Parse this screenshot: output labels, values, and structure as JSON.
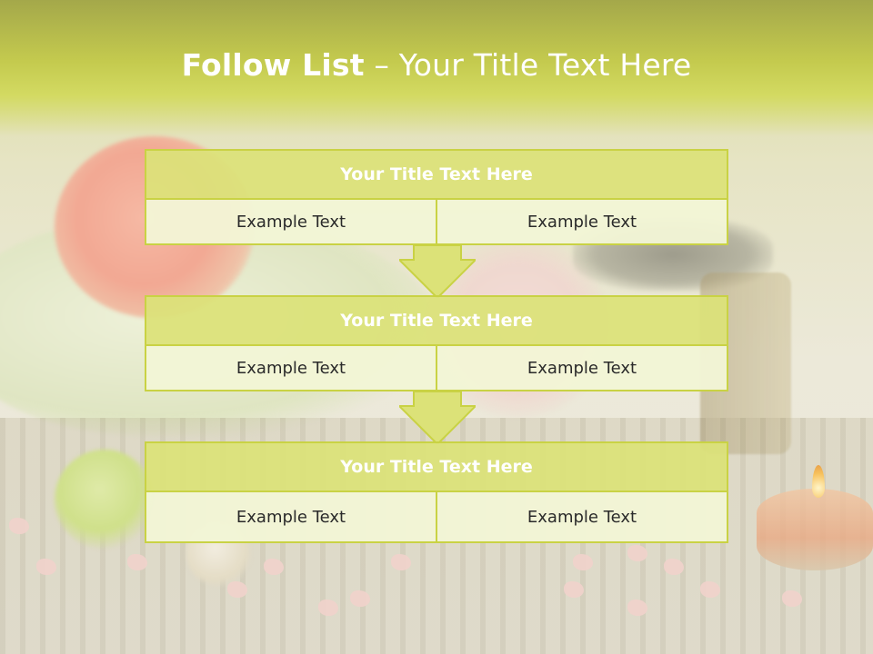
{
  "slide": {
    "title_bold": "Follow List",
    "title_rest": " – Your Title Text Here"
  },
  "flow": [
    {
      "title": "Your Title Text Here",
      "left": "Example Text",
      "right": "Example Text"
    },
    {
      "title": "Your Title Text Here",
      "left": "Example Text",
      "right": "Example Text"
    },
    {
      "title": "Your Title Text Here",
      "left": "Example Text",
      "right": "Example Text"
    }
  ],
  "colors": {
    "header": "#c4ca4e",
    "box_title_fill": "#dce278",
    "box_border": "#c9d244",
    "cell_fill": "#f2f5d6",
    "arrow_fill": "#dce278"
  },
  "background_image": "spa-scene"
}
